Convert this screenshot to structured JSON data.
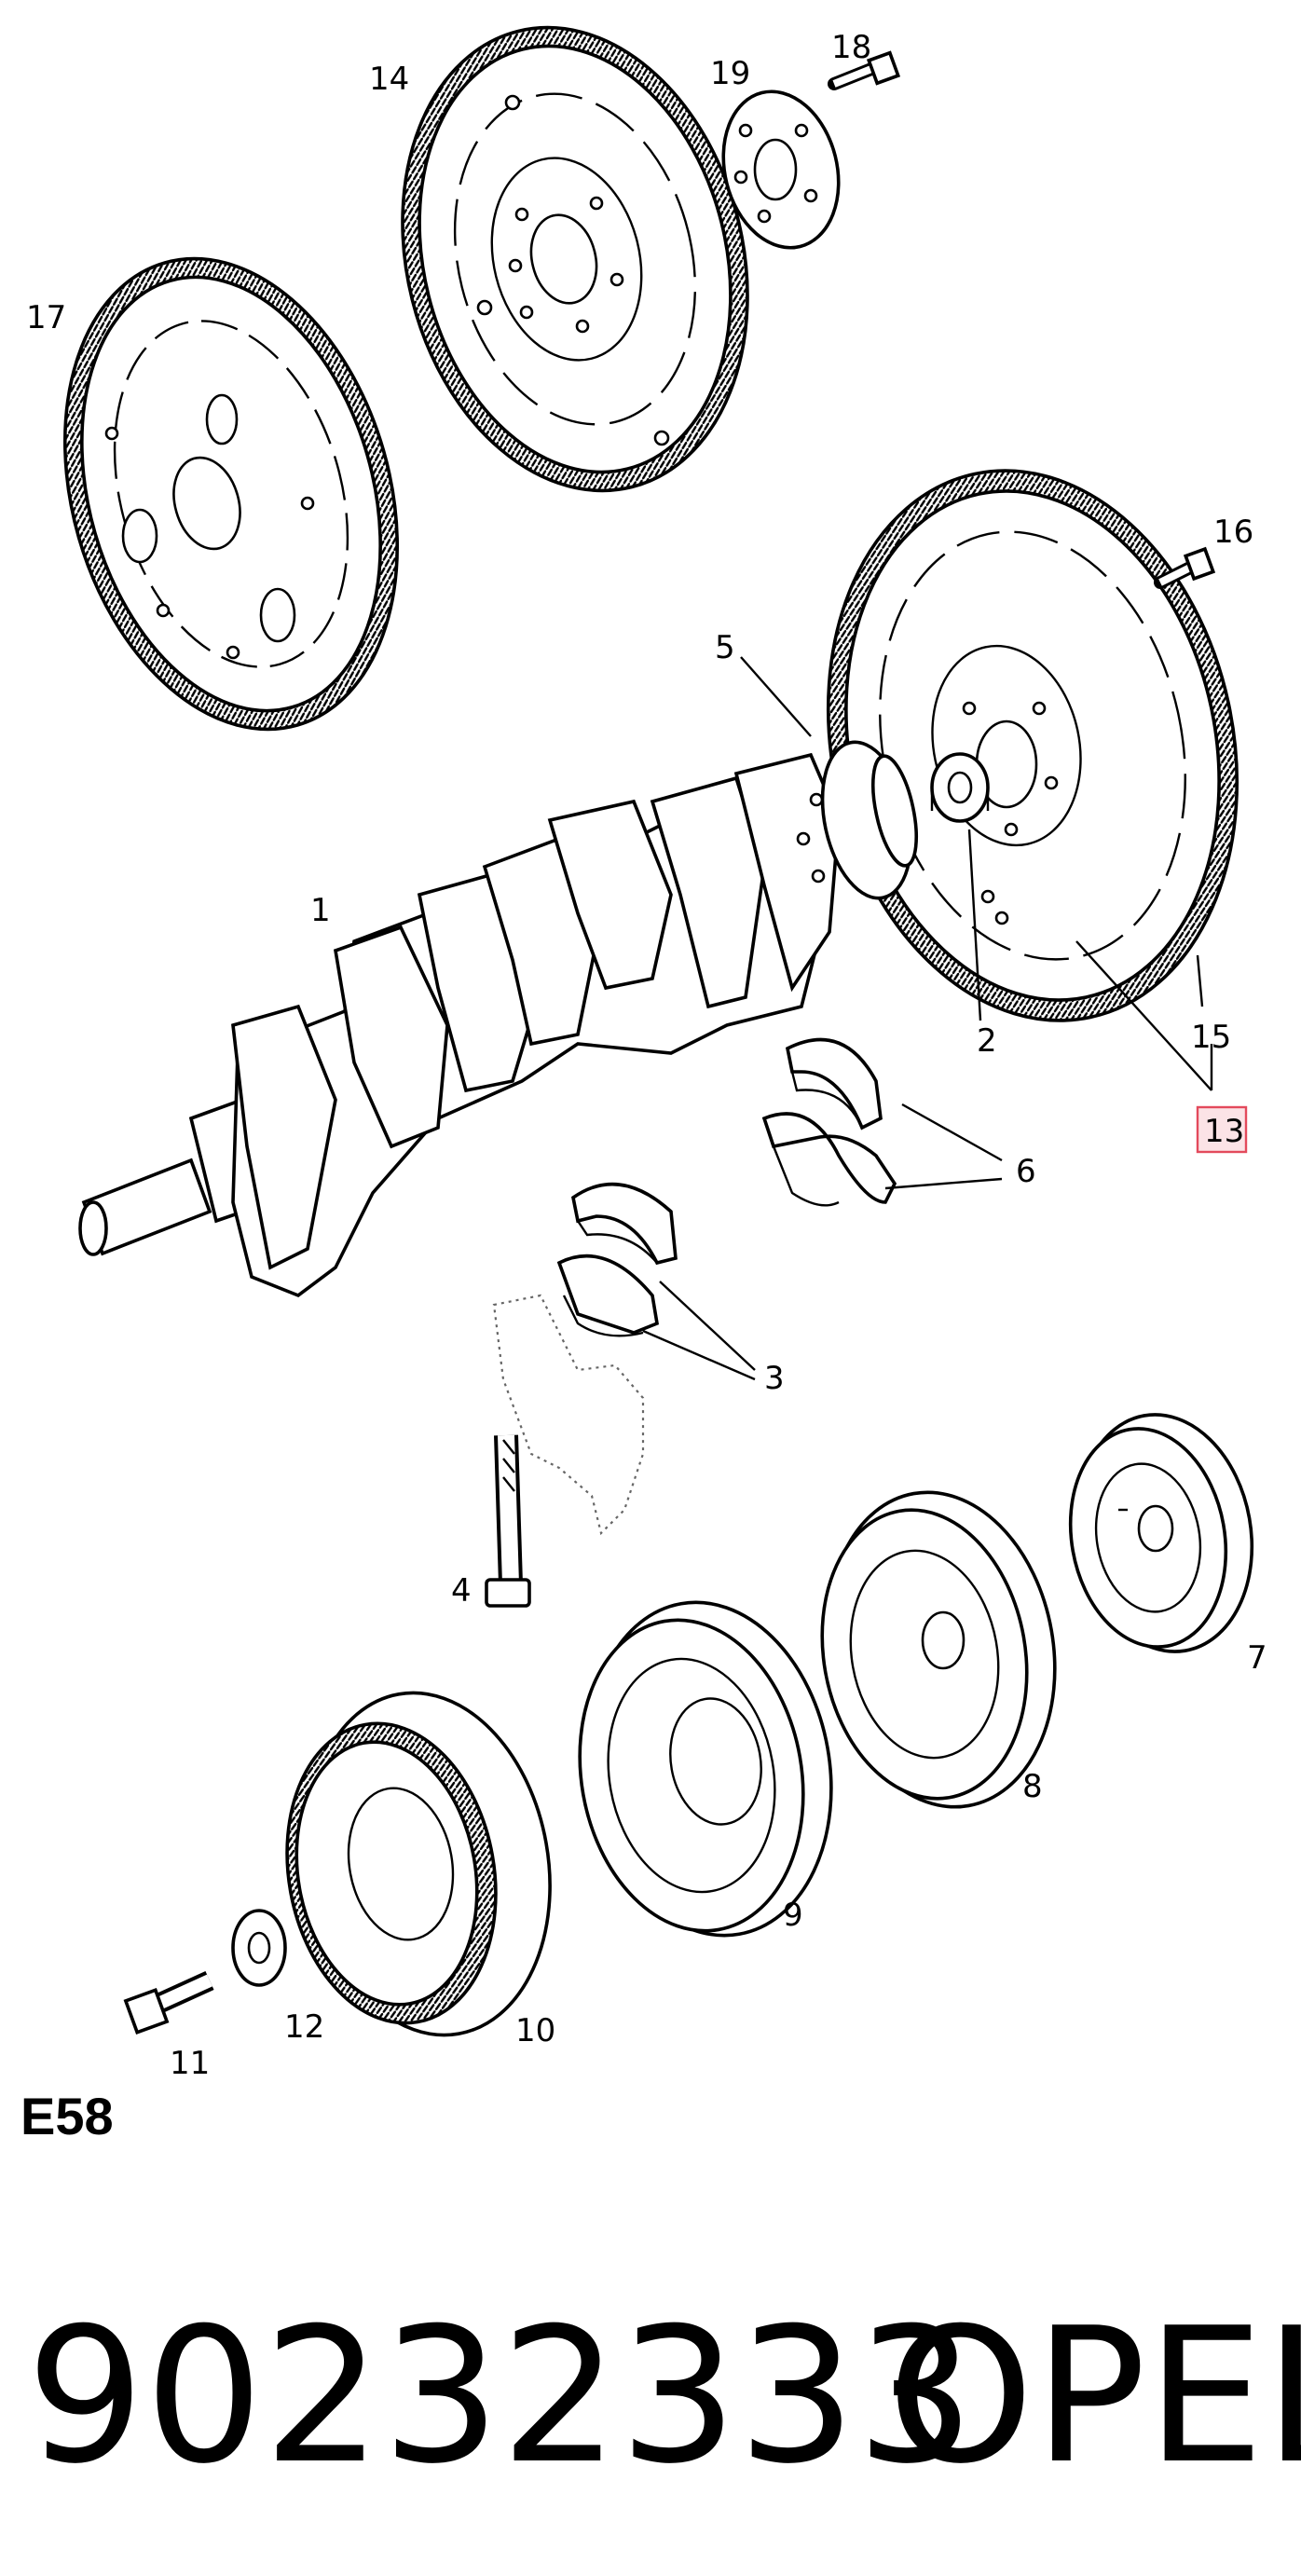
{
  "labels": {
    "l1": "1",
    "l2": "2",
    "l3": "3",
    "l4": "4",
    "l5": "5",
    "l6": "6",
    "l7": "7",
    "l8": "8",
    "l9": "9",
    "l10": "10",
    "l11": "11",
    "l12": "12",
    "l13": "13",
    "l14": "14",
    "l15": "15",
    "l16": "16",
    "l17": "17",
    "l18": "18",
    "l19": "19"
  },
  "highlighted_label": "13",
  "colors": {
    "highlight_border": "#e34a5c",
    "highlight_fill": "#fbe3e6"
  },
  "diagram_code": "E58",
  "part_number": "90232333",
  "brand": "OPEL"
}
